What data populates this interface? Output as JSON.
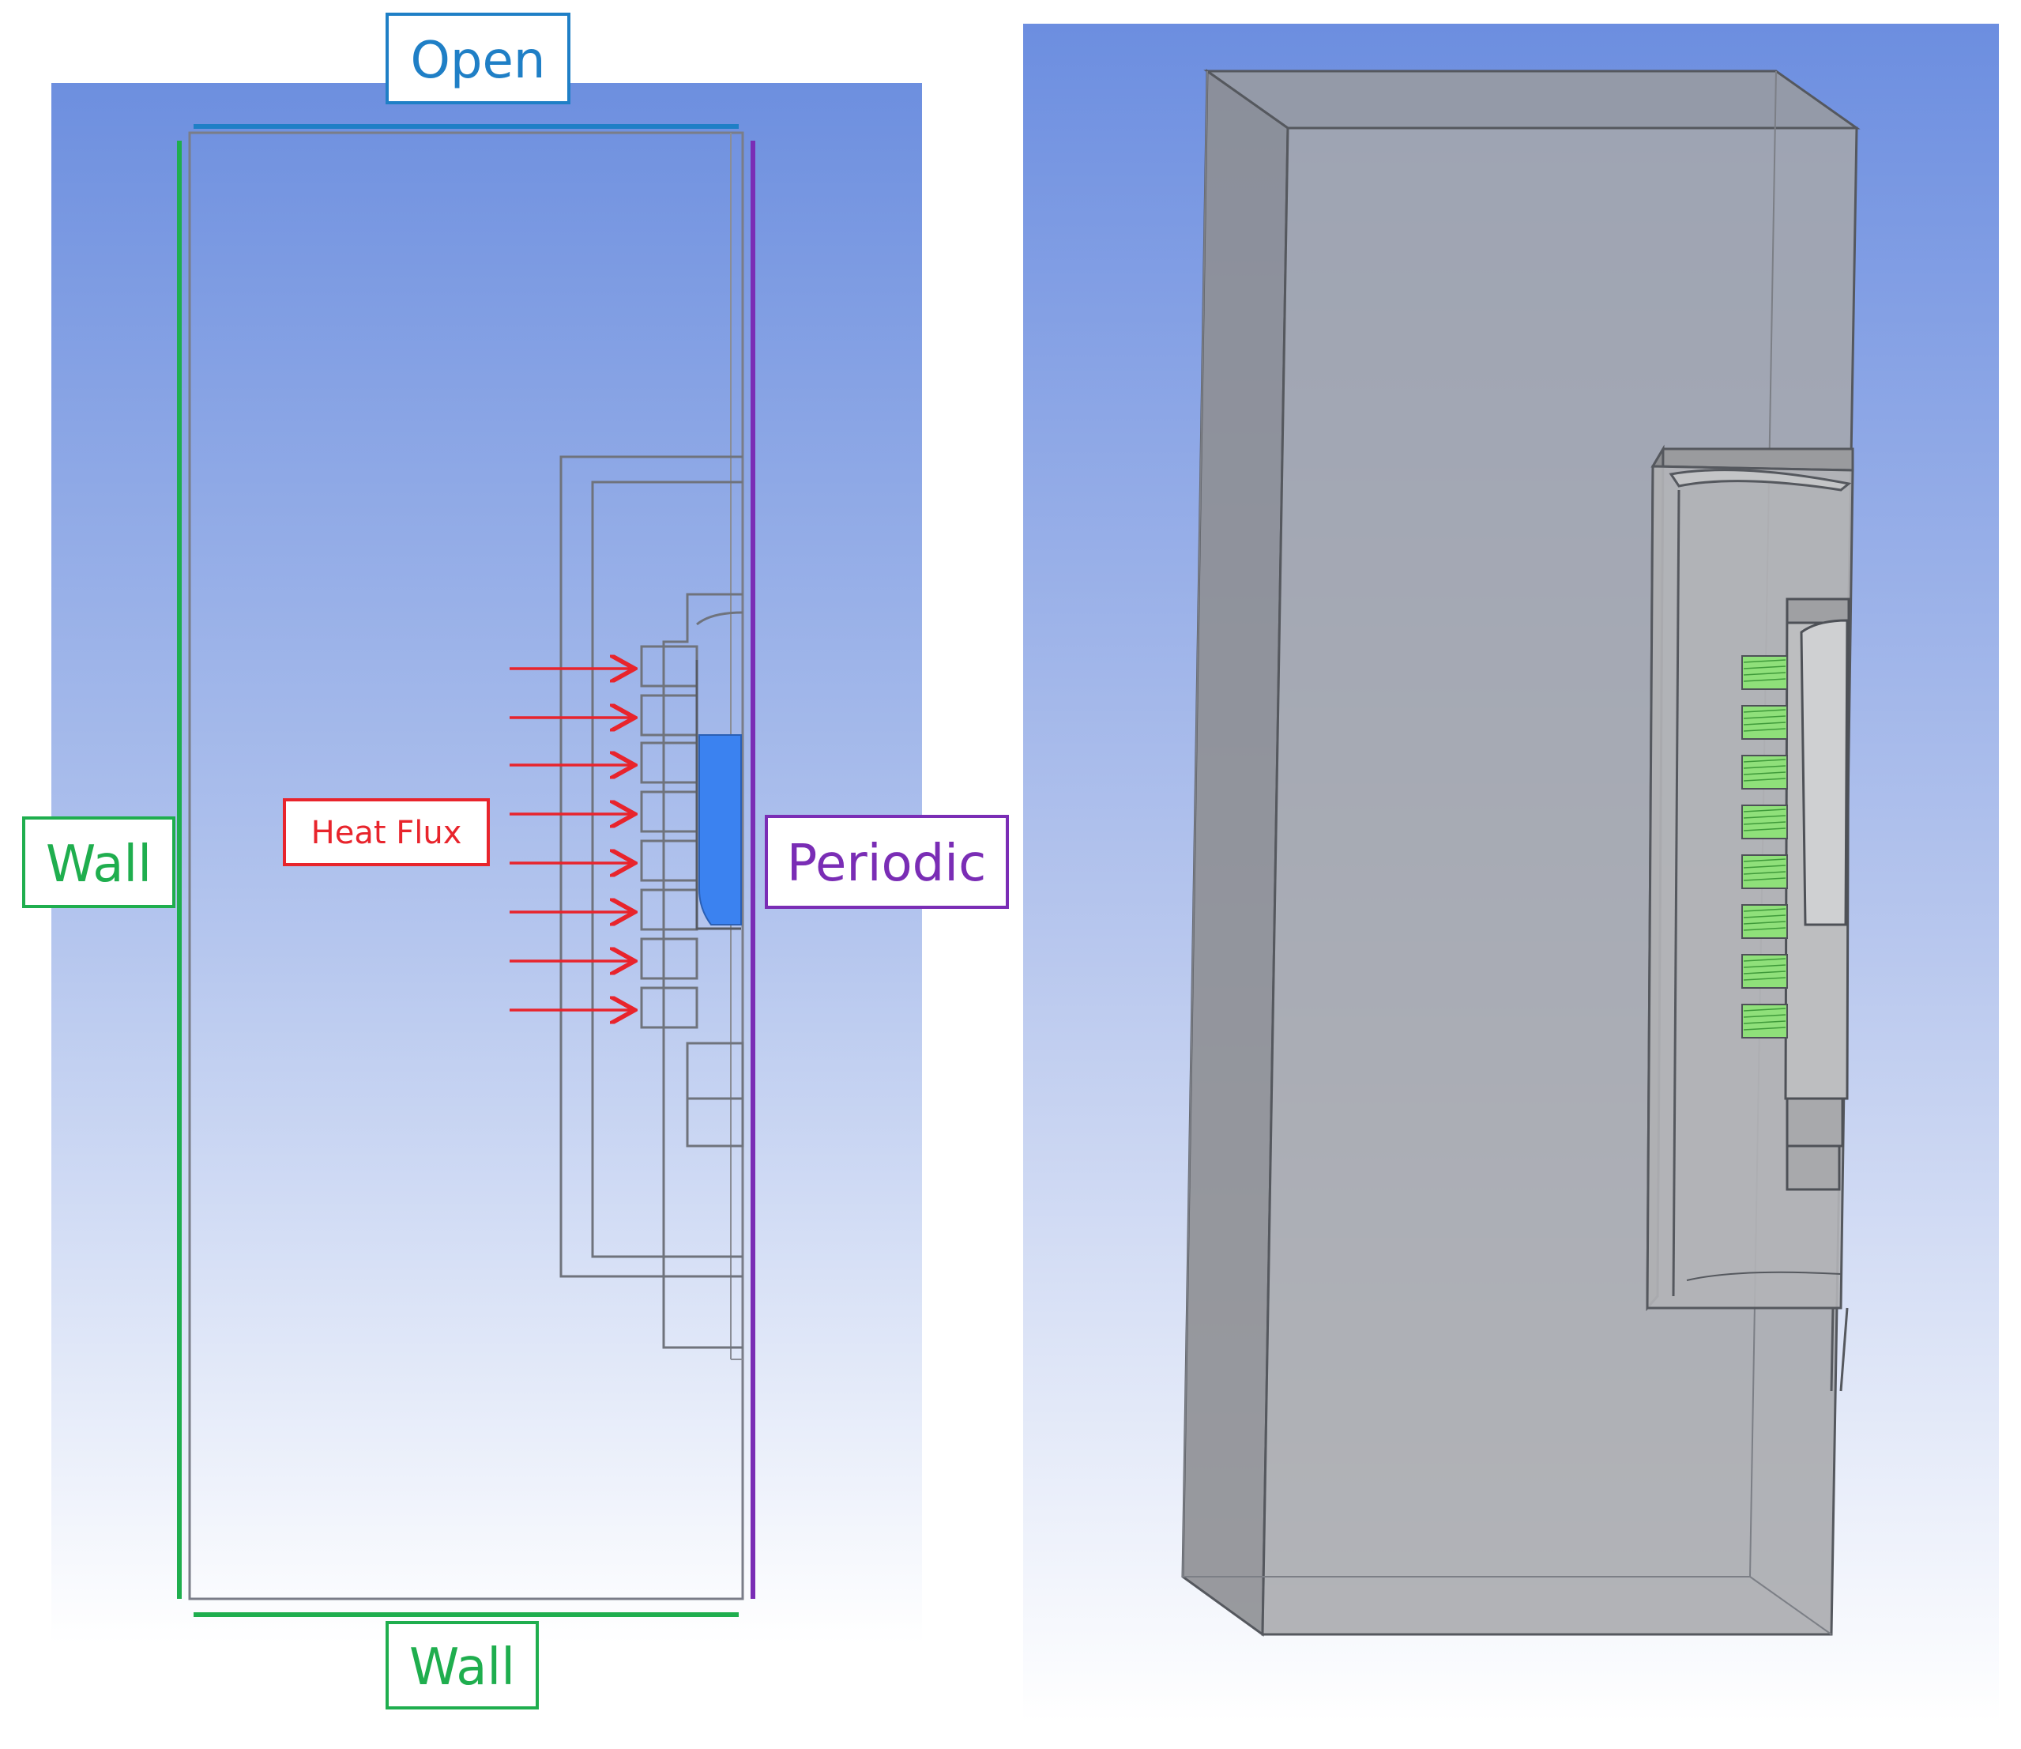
{
  "labels": {
    "open": "Open",
    "wall_left": "Wall",
    "wall_bottom": "Wall",
    "periodic": "Periodic",
    "heat_flux": "Heat Flux"
  },
  "colors": {
    "open": "#1f7fc6",
    "wall": "#1fae4e",
    "periodic": "#7a2db5",
    "heat_flux": "#e8242c",
    "heated_block": "#3b82f0",
    "fins_3d": "#8fe07a",
    "viewport_top": "#6f8fe0",
    "viewport_bottom": "#ffffff",
    "solid_3d": "#a9a9ab"
  }
}
